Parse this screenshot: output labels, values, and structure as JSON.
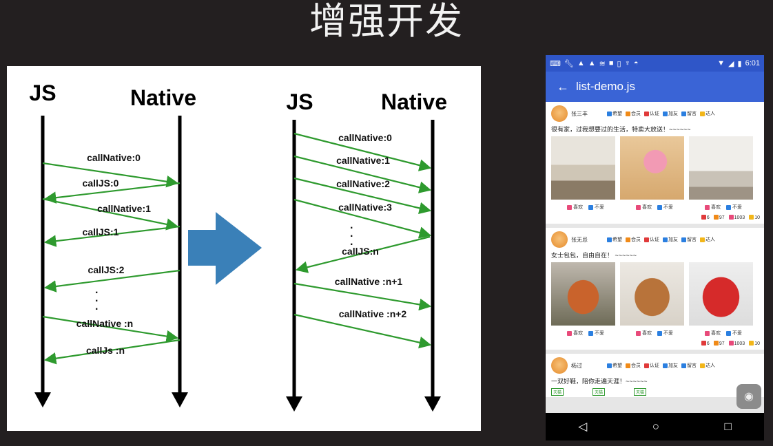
{
  "slide": {
    "title": "增强开发"
  },
  "diagram": {
    "left": {
      "js_label": "JS",
      "native_label": "Native",
      "messages": [
        {
          "label": "callNative:0",
          "dir": "js-to-native"
        },
        {
          "label": "callJS:0",
          "dir": "native-to-js"
        },
        {
          "label": "callNative:1",
          "dir": "js-to-native"
        },
        {
          "label": "callJS:1",
          "dir": "native-to-js"
        },
        {
          "label": "callJS:2",
          "dir": "native-to-js"
        },
        {
          "label": "callNative :n",
          "dir": "js-to-native"
        },
        {
          "label": "callJs :n",
          "dir": "native-to-js"
        }
      ]
    },
    "right": {
      "js_label": "JS",
      "native_label": "Native",
      "messages": [
        {
          "label": "callNative:0",
          "dir": "js-to-native"
        },
        {
          "label": "callNative:1",
          "dir": "js-to-native"
        },
        {
          "label": "callNative:2",
          "dir": "js-to-native"
        },
        {
          "label": "callNative:3",
          "dir": "js-to-native"
        },
        {
          "label": "callJS:n",
          "dir": "native-to-js"
        },
        {
          "label": "callNative :n+1",
          "dir": "js-to-native"
        },
        {
          "label": "callNative :n+2",
          "dir": "js-to-native"
        }
      ]
    },
    "colors": {
      "message_arrow": "#2e9a2e",
      "lifeline": "#000000",
      "big_arrow": "#3a80b8"
    }
  },
  "phone": {
    "status": {
      "time": "6:01",
      "icons": [
        "keyboard-icon",
        "wrench-icon",
        "warning-icon",
        "warning-icon",
        "notification-icon",
        "square-icon",
        "sd-icon",
        "usb-icon",
        "android-icon"
      ],
      "right_icons": [
        "wifi-icon",
        "signal-icon",
        "battery-icon"
      ]
    },
    "app_bar": {
      "title": "list-demo.js"
    },
    "tags": [
      "希望",
      "会员",
      "认证",
      "加友",
      "留言",
      "达人"
    ],
    "tag_colors": [
      "#2b7fe0",
      "#f08a18",
      "#e03a3a",
      "#2b7fe0",
      "#2b7fe0",
      "#f2b61a"
    ],
    "actions": [
      "喜欢",
      "不爱"
    ],
    "posts": [
      {
        "name": "张三丰",
        "text": "很有家，过我想要过的生活，特卖大放送！~~~~~~",
        "stats": [
          "6",
          "97",
          "1003",
          "10"
        ]
      },
      {
        "name": "张无忌",
        "text": "女士包包，自由自在！ ~~~~~~",
        "stats": [
          "6",
          "97",
          "1003",
          "10"
        ]
      },
      {
        "name": "杨过",
        "text": "一双好鞋，陪你走遍天涯！~~~~~~",
        "badge": "天猫"
      }
    ],
    "nav": {
      "back": "◁",
      "home": "○",
      "recent": "□"
    }
  }
}
